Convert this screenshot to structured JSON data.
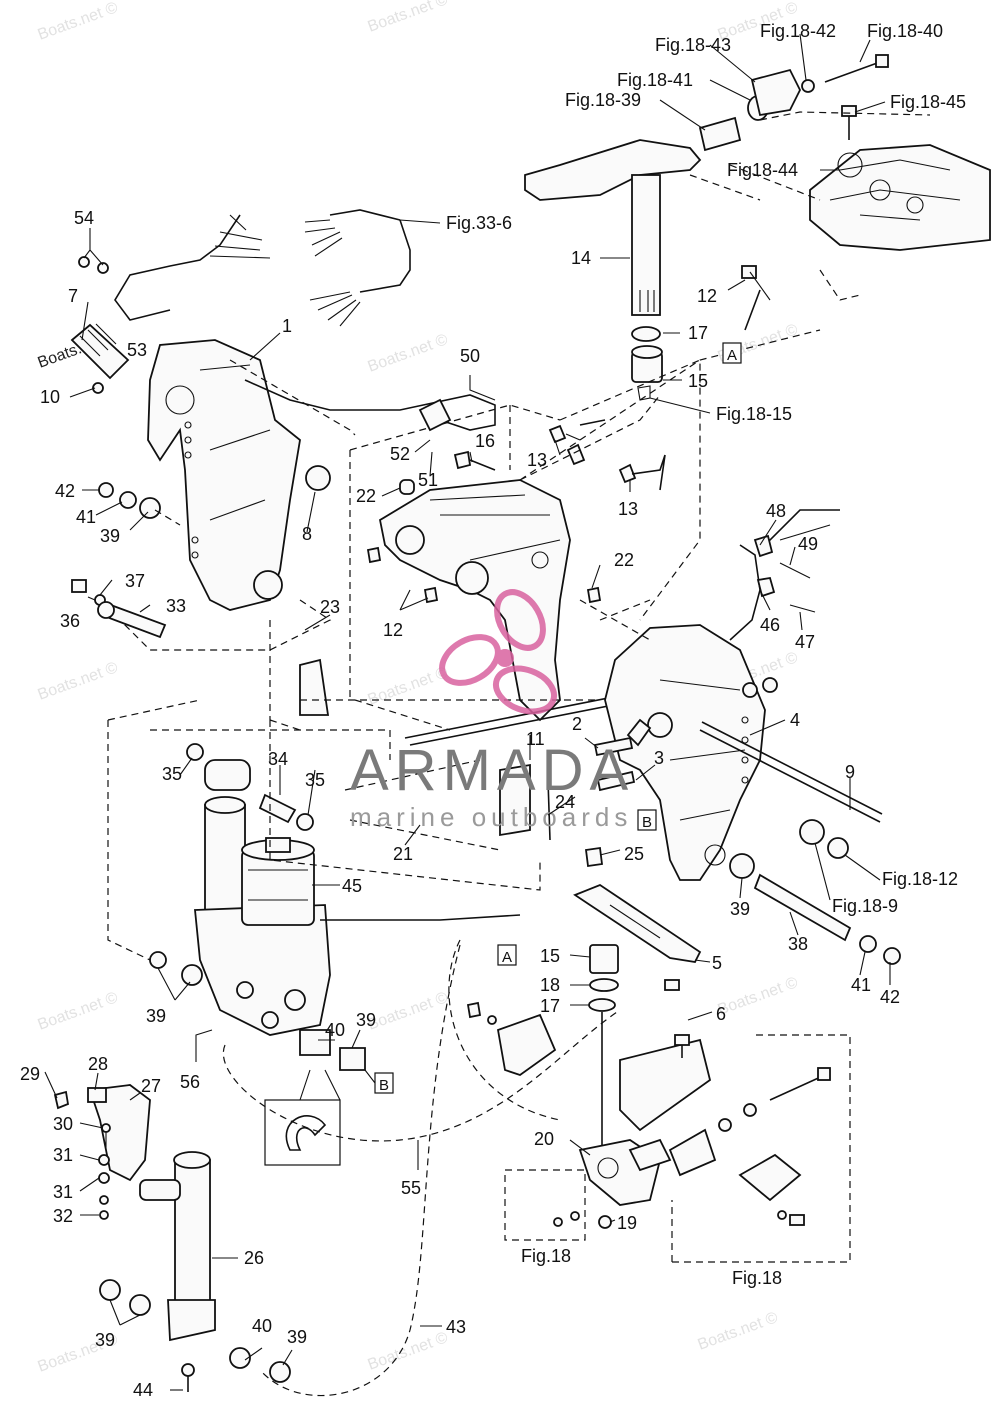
{
  "watermarks": [
    "Boats.net ©",
    "Boats.net ©",
    "Boats.net ©",
    "Boats.net",
    "Boats.net ©",
    "Boats.net ©",
    "Boats.net ©",
    "Boats.net ©",
    "Boats.net ©",
    "Boats.net ©",
    "Boats.net ©",
    "Boats.net ©",
    "Boats.net ©",
    "Boats.net ©",
    "Boats.net ©"
  ],
  "logo": {
    "name": "ARMADA",
    "tagline": "marine outboards",
    "accent": "#d9629f"
  },
  "labels": {
    "l54": "54",
    "l7": "7",
    "l53": "53",
    "l10": "10",
    "l1": "1",
    "l42a": "42",
    "l41a": "41",
    "l39a": "39",
    "l8": "8",
    "l22a": "22",
    "l51": "51",
    "l52": "52",
    "l16": "16",
    "l50": "50",
    "l13a": "13",
    "l13b": "13",
    "l14": "14",
    "l12a": "12",
    "l17a": "17",
    "l15a": "15",
    "fig1815": "Fig.18-15",
    "fig336": "Fig.33-6",
    "fig1843": "Fig.18-43",
    "fig1842": "Fig.18-42",
    "fig1840": "Fig.18-40",
    "fig1841": "Fig.18-41",
    "fig1839": "Fig.18-39",
    "fig1845": "Fig.18-45",
    "fig1844": "Fig18-44",
    "l36": "36",
    "l37": "37",
    "l33": "33",
    "l12b": "12",
    "l22b": "22",
    "l23": "23",
    "l48": "48",
    "l49": "49",
    "l46": "46",
    "l47": "47",
    "l4": "4",
    "l2": "2",
    "l3": "3",
    "l11": "11",
    "l35a": "35",
    "l34": "34",
    "l35b": "35",
    "l9": "9",
    "l24": "24",
    "l25": "25",
    "l21": "21",
    "l45": "45",
    "fig1812": "Fig.18-12",
    "fig189": "Fig.18-9",
    "l39b": "39",
    "l38": "38",
    "l5": "5",
    "l15b": "15",
    "l18": "18",
    "l17b": "17",
    "l6": "6",
    "l41b": "41",
    "l42b": "42",
    "l40a": "40",
    "l39c": "39",
    "l56": "56",
    "l39d": "39",
    "l29": "29",
    "l28": "28",
    "l27": "27",
    "l30": "30",
    "l31a": "31",
    "l31b": "31",
    "l32": "32",
    "l55": "55",
    "l20": "20",
    "l19": "19",
    "fig18a": "Fig.18",
    "fig18b": "Fig.18",
    "l26": "26",
    "l39e": "39",
    "l40b": "40",
    "l39f": "39",
    "l43": "43",
    "l44": "44"
  },
  "markers": {
    "A1": "A",
    "A2": "A",
    "B1": "B",
    "B2": "B"
  }
}
